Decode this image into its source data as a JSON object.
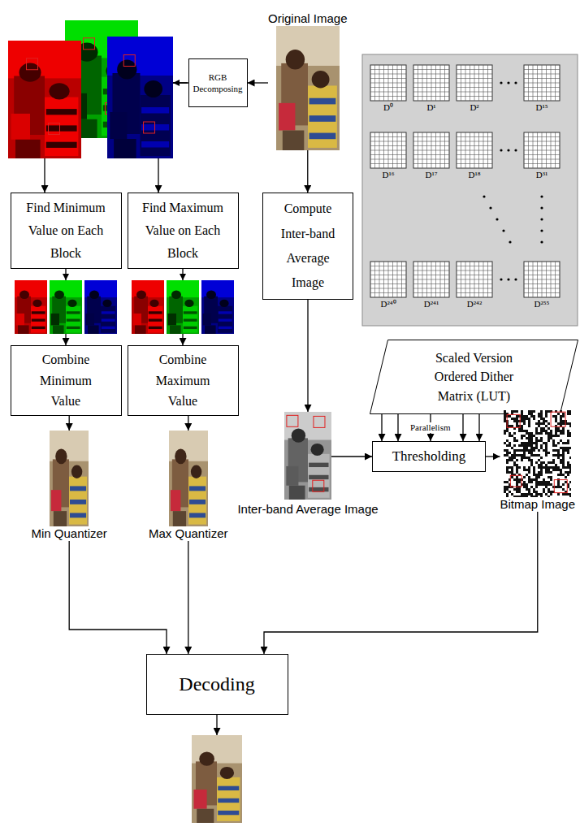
{
  "diagram": {
    "nodes": [
      {
        "text": [
          "Original Image"
        ]
      },
      {
        "text": [
          "RGB Decomposing"
        ]
      },
      {
        "text": [
          "Find Minimum Value on Each Block"
        ]
      },
      {
        "text": [
          "Find Maximum Value on Each Block"
        ]
      },
      {
        "text": [
          "Compute Inter-band Average Image"
        ]
      },
      {
        "text": [
          "Scaled Version Ordered Dither Matrix (LUT)"
        ]
      },
      {
        "text": [
          "Combine Minimum Value"
        ]
      },
      {
        "text": [
          "Combine Maximum Value"
        ]
      },
      {
        "text": [
          "Thresholding"
        ]
      },
      {
        "text": [
          "Inter-band Average Image"
        ]
      },
      {
        "text": [
          "Bitmap Image"
        ]
      },
      {
        "text": [
          "Min Quantizer"
        ]
      },
      {
        "text": [
          "Max Quantizer"
        ]
      },
      {
        "text": [
          "Decoding"
        ]
      }
    ],
    "edges": [
      {
        "from": 0,
        "to": 1,
        "arrow": "to"
      },
      {
        "from": 1,
        "to": 2,
        "arrow": "to"
      },
      {
        "from": 1,
        "to": 3,
        "arrow": "to"
      },
      {
        "from": 0,
        "to": 4,
        "arrow": "to"
      },
      {
        "from": 2,
        "to": 6,
        "arrow": "to"
      },
      {
        "from": 3,
        "to": 7,
        "arrow": "to"
      },
      {
        "from": 4,
        "to": 9,
        "arrow": "to"
      },
      {
        "from": 5,
        "to": 8,
        "label": "Parallelism",
        "arrow": "to"
      },
      {
        "from": 9,
        "to": 8,
        "arrow": "to"
      },
      {
        "from": 8,
        "to": 10,
        "arrow": "to"
      },
      {
        "from": 6,
        "to": 11,
        "arrow": "to"
      },
      {
        "from": 7,
        "to": 12,
        "arrow": "to"
      },
      {
        "from": 11,
        "to": 13,
        "arrow": "to"
      },
      {
        "from": 12,
        "to": 13,
        "arrow": "to"
      },
      {
        "from": 10,
        "to": 13,
        "arrow": "to"
      }
    ],
    "labels": [
      "D⁰",
      "D¹",
      "D²",
      "D¹⁵",
      "D¹⁶",
      "D¹⁷",
      "D¹⁸",
      "D³¹",
      "D²⁴⁰",
      "D²⁴¹",
      "D²⁴²",
      "D²⁵⁵"
    ]
  }
}
